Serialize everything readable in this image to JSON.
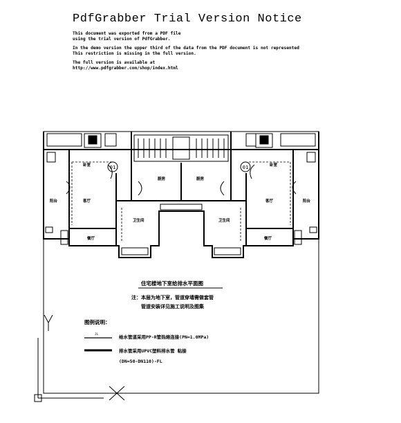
{
  "notice": {
    "title": "PdfGrabber Trial Version Notice",
    "lines": [
      "This document was exported from a PDF file",
      "using the trial version of PdfGrabber.",
      "In the demo version the upper third of the data from the PDF document is not represented",
      "This restriction is missing in the full version.",
      "The full version is available at",
      "http://www.pdfgrabber.com/shop/index.html"
    ]
  },
  "plan": {
    "units": {
      "left": "01",
      "right": "01"
    },
    "room_labels": [
      "卧室",
      "客厅",
      "厨房",
      "卫生间",
      "餐厅",
      "阳台",
      "卧室",
      "客厅",
      "厨房",
      "卫生间",
      "餐厅",
      "阳台"
    ],
    "note_title": "住宅楼地下室给排水平面图",
    "note_lines": [
      "注：本层为地下室，管道穿墙需做套管",
      "管道安装详见施工说明及图集"
    ],
    "legend_heading": "图例说明：",
    "legend_items": [
      {
        "label": "给水管道采用PP-R管热熔连接(PN=1.0MPa)",
        "abbr": "JL"
      },
      {
        "label": "排水管采用UPVC塑料排水管 粘接",
        "sub": "(DN=50-DN110)-FL"
      }
    ],
    "axis": {
      "y": "Y",
      "x": "X"
    }
  }
}
